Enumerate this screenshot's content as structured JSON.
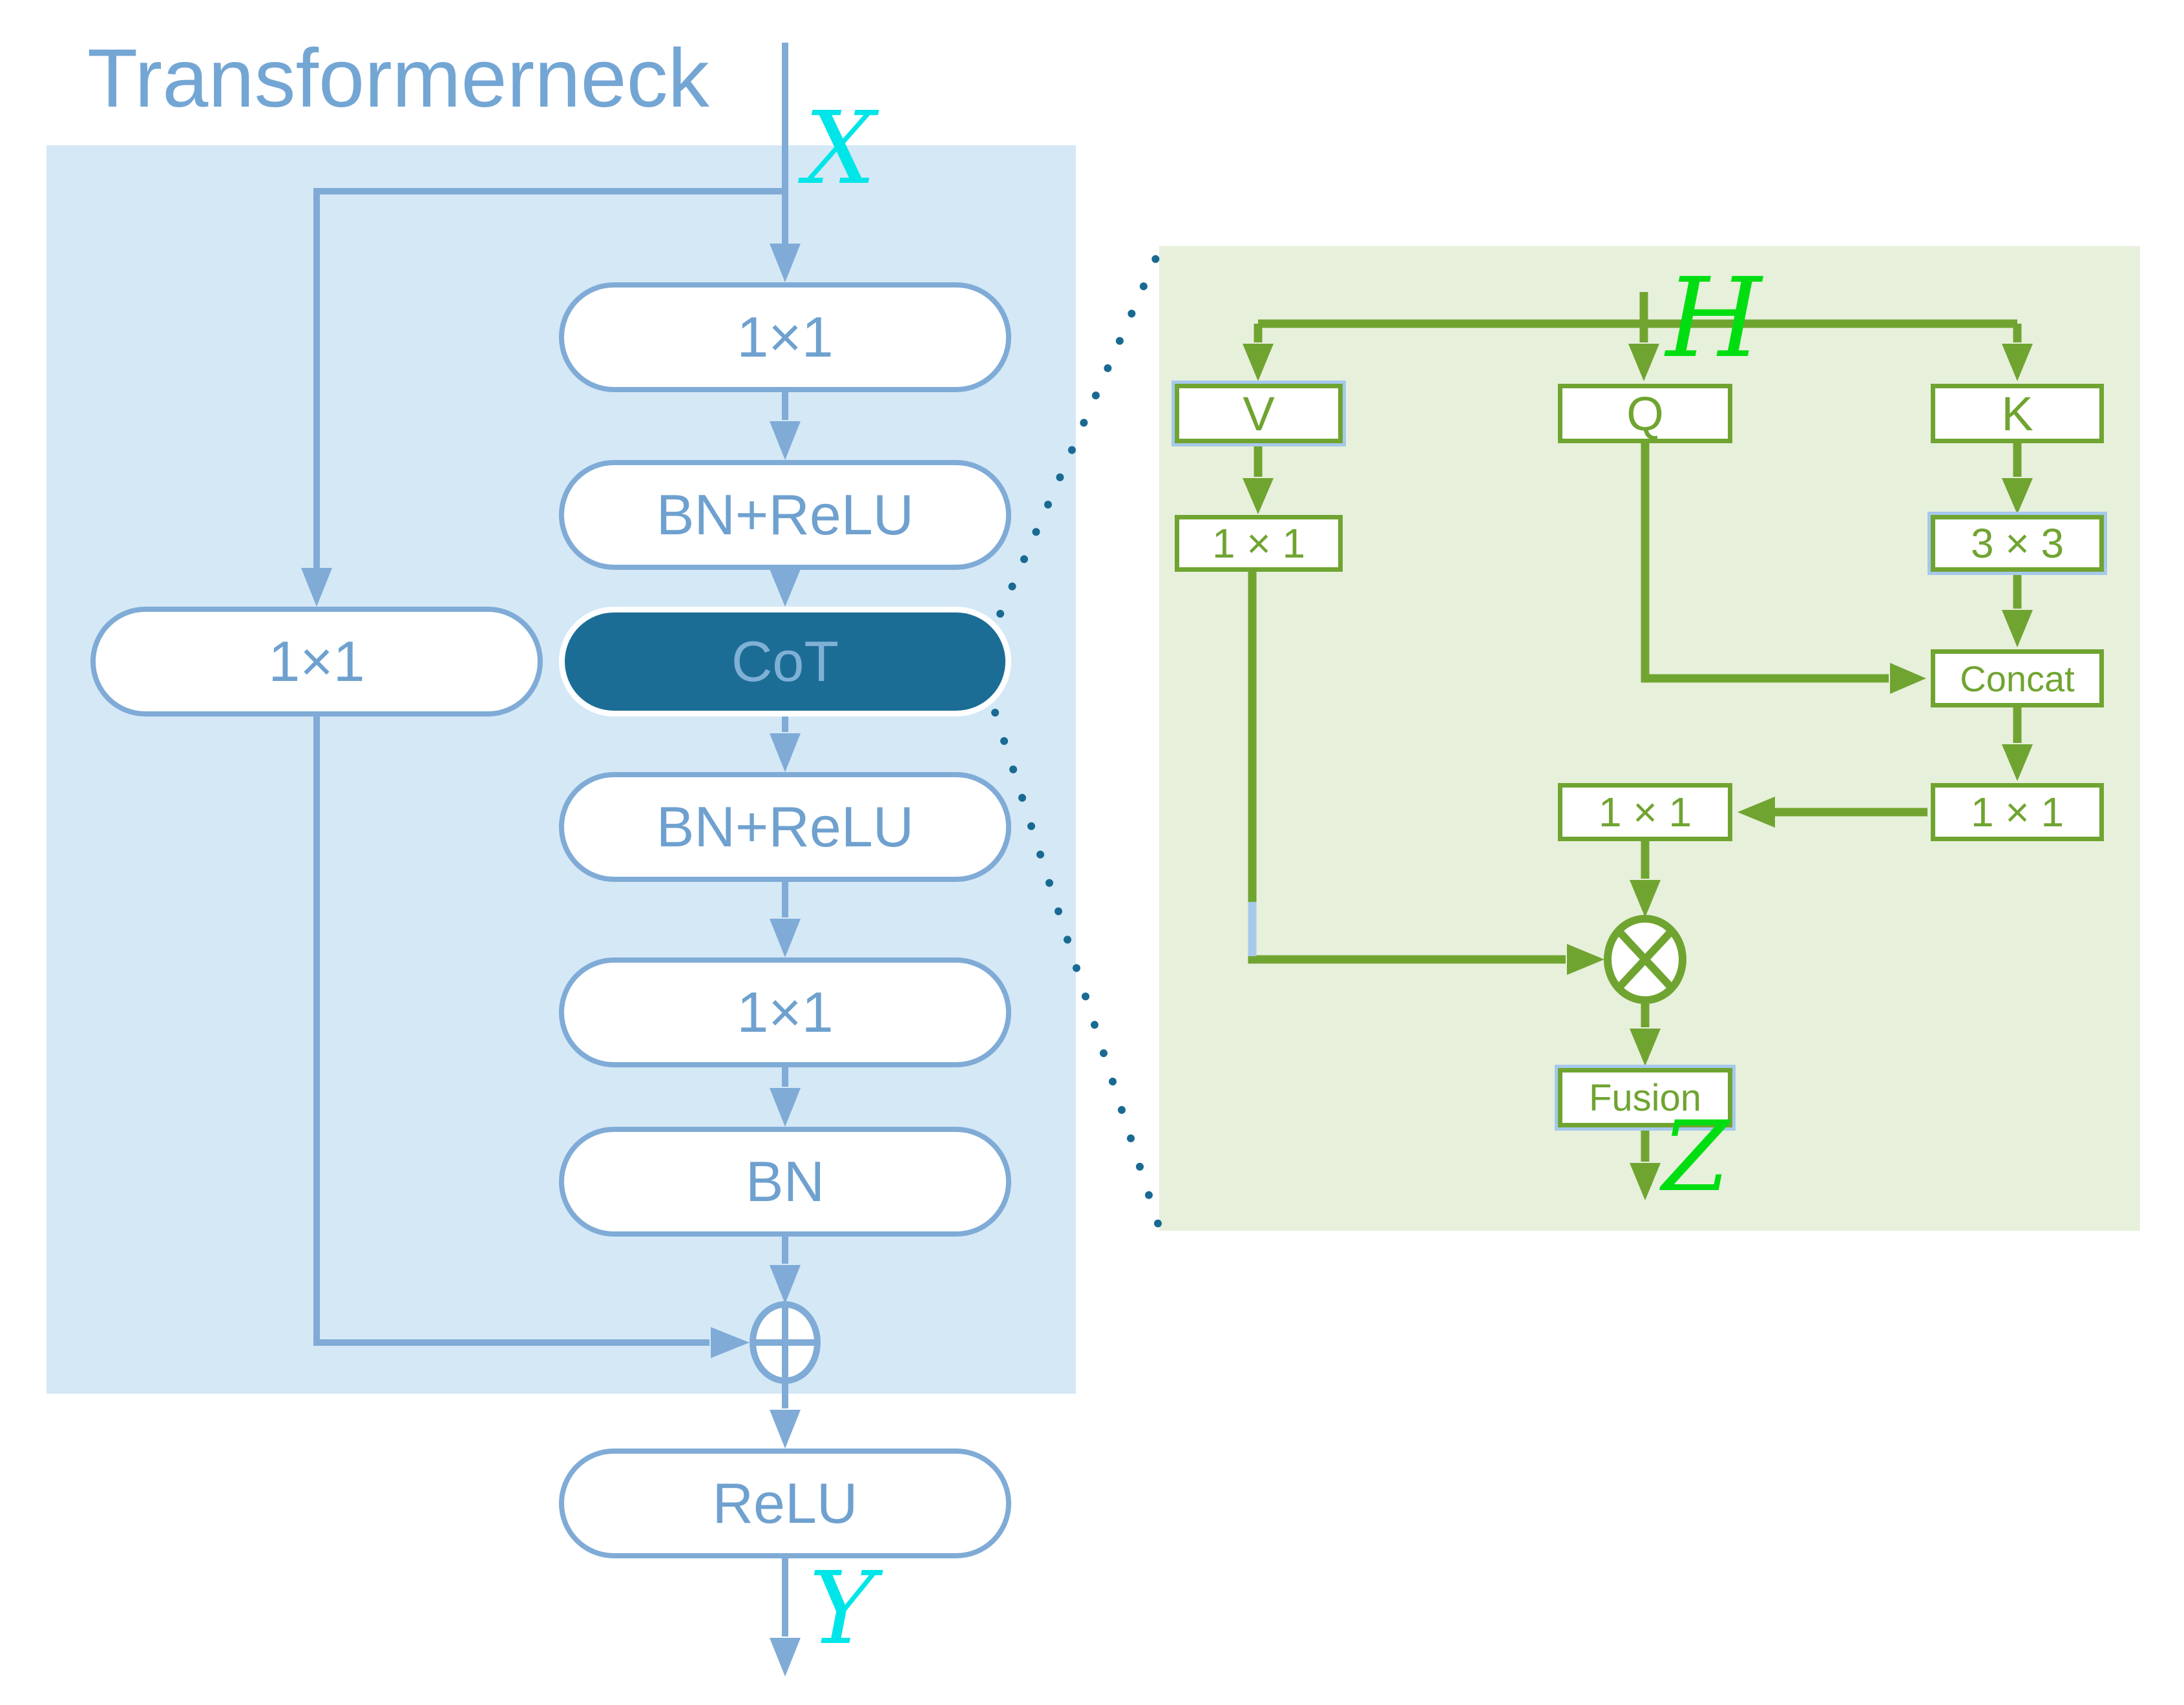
{
  "title": "Transformerneck",
  "left_panel": {
    "input_label": "X",
    "output_label": "Y",
    "conv1": "1×1",
    "bnrelu1": "BN+ReLU",
    "cot": "CoT",
    "bnrelu2": "BN+ReLU",
    "conv2": "1×1",
    "bn": "BN",
    "relu": "ReLU",
    "skip_conv": "1×1"
  },
  "right_panel": {
    "input_label": "H",
    "output_label": "Z",
    "v": "V",
    "q": "Q",
    "k": "K",
    "conv_v": "1 × 1",
    "conv_k": "3 × 3",
    "concat": "Concat",
    "conv_attn_right": "1 × 1",
    "conv_attn_center": "1 × 1",
    "fusion": "Fusion"
  },
  "colors": {
    "accent_blue": "#7FABD6",
    "panel_blue": "#D4E8F6",
    "cot_fill": "#1C6D96",
    "cot_text": "#7FB0D6",
    "accent_green": "#70A431",
    "panel_green": "#E7F0DB",
    "label_cyan": "#00E5E8",
    "label_green": "#00DE12",
    "dot_teal": "#196A92",
    "accent_light_blue": "#A6C9EB",
    "title_blue": "#74A6D4"
  }
}
